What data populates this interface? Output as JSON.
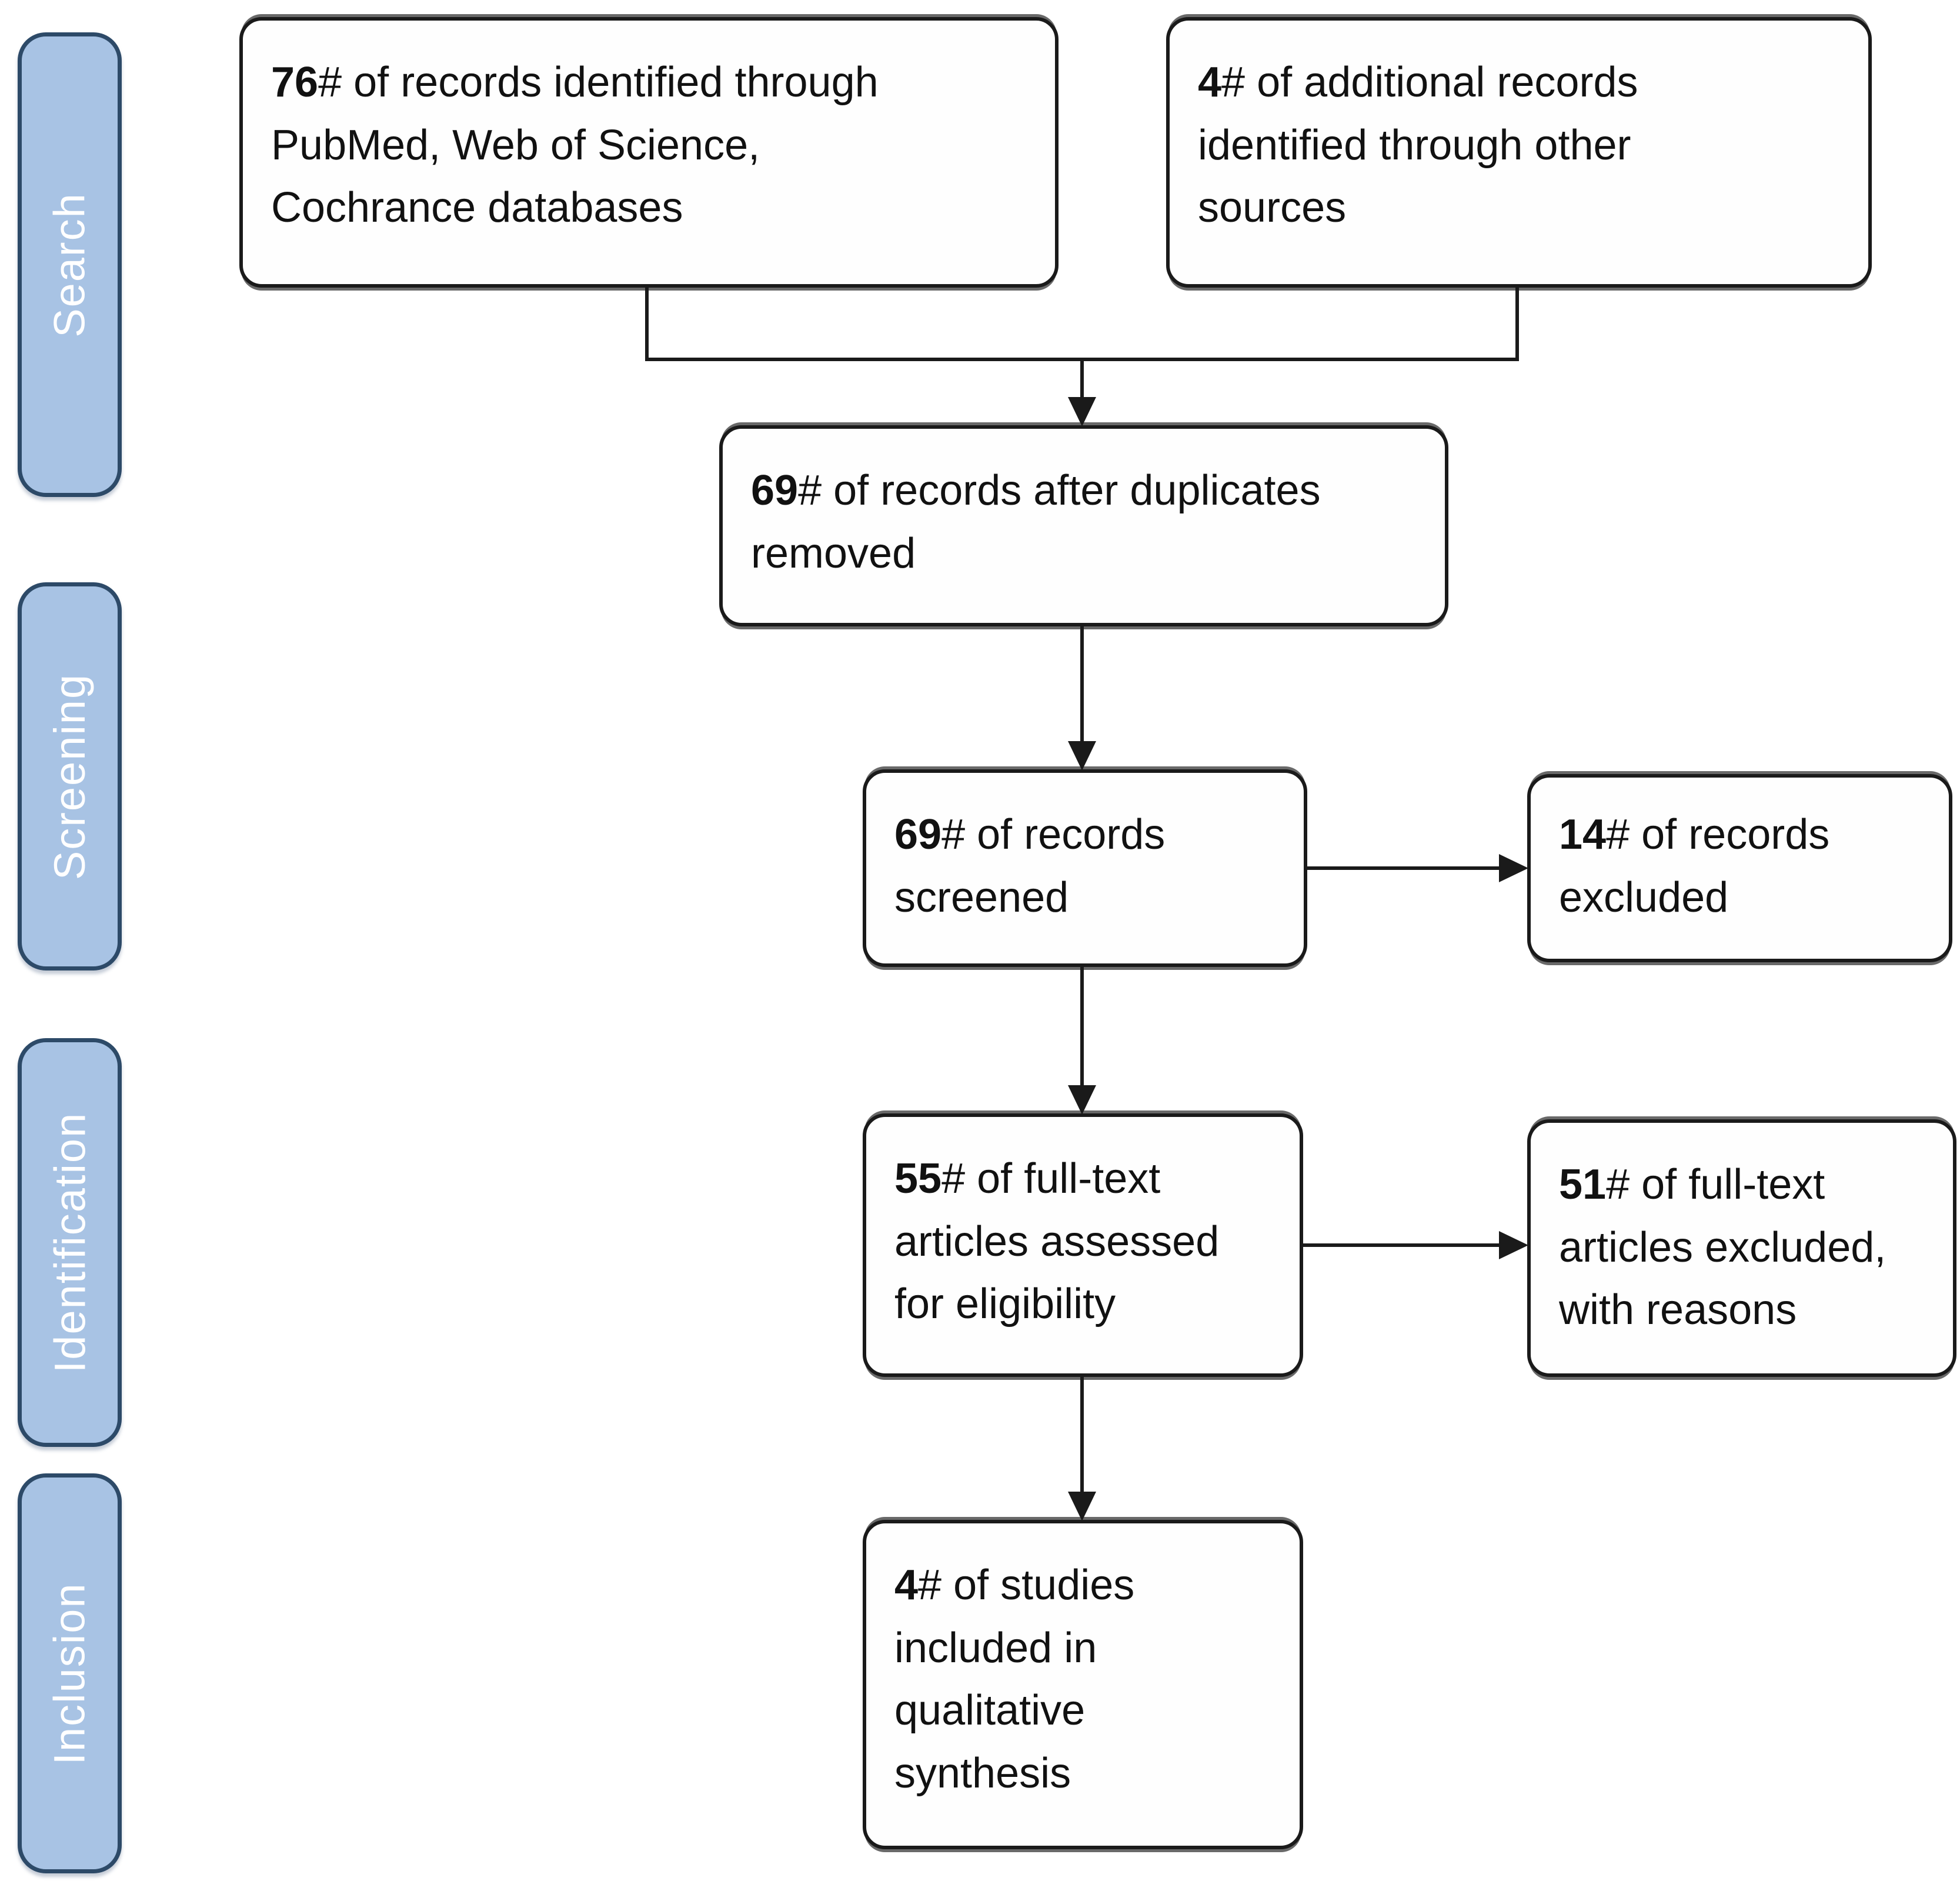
{
  "diagram": {
    "type": "prisma-flowchart",
    "colors": {
      "stage_fill": "#a8c3e4",
      "stage_border": "#2d4a68",
      "stage_text": "#ffffff",
      "box_fill": "#fefefe",
      "box_border": "#1a1a1a",
      "line": "#1a1a1a"
    }
  },
  "sidebar": {
    "items": [
      {
        "label": "Search"
      },
      {
        "label": "Screening"
      },
      {
        "label": "Identification"
      },
      {
        "label": "Inclusion"
      }
    ]
  },
  "flowchart": {
    "boxes": [
      {
        "id": "records-identified",
        "number": "76",
        "text": "# of records identified through\nPubMed, Web of Science,\nCochrance databases"
      },
      {
        "id": "additional-records",
        "number": "4",
        "text": "# of additional records\nidentified through other\nsources"
      },
      {
        "id": "after-duplicates",
        "number": "69",
        "text": "# of records after duplicates\nremoved"
      },
      {
        "id": "records-screened",
        "number": "69",
        "text": "# of records\nscreened"
      },
      {
        "id": "records-excluded",
        "number": "14",
        "text": "# of records\nexcluded"
      },
      {
        "id": "fulltext-assessed",
        "number": "55",
        "text": "# of full-text\narticles assessed\nfor eligibility"
      },
      {
        "id": "fulltext-excluded",
        "number": "51",
        "text": "# of full-text\narticles excluded,\nwith reasons"
      },
      {
        "id": "studies-included",
        "number": "4",
        "text": "# of studies\nincluded in\nqualitative\nsynthesis"
      }
    ]
  }
}
